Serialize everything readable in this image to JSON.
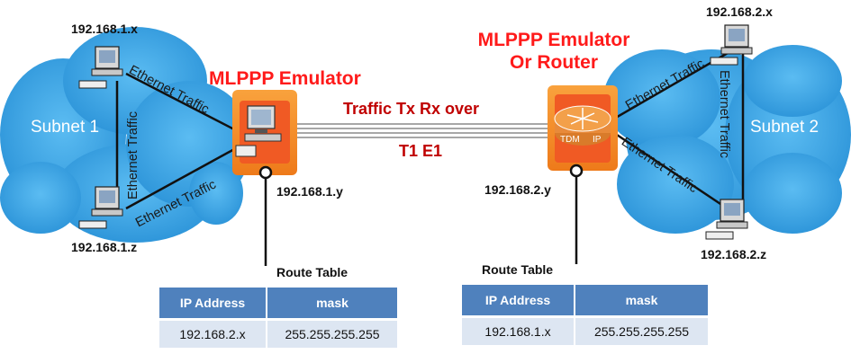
{
  "subnet1": {
    "label": "Subnet 1",
    "host_top": "192.168.1.x",
    "host_bottom": "192.168.1.z",
    "gateway_ip": "192.168.1.y"
  },
  "subnet2": {
    "label": "Subnet 2",
    "host_top": "192.168.2.x",
    "host_bottom": "192.168.2.z",
    "gateway_ip": "192.168.2.y"
  },
  "left_device": {
    "title": "MLPPP Emulator"
  },
  "right_device": {
    "title_line1": "MLPPP Emulator",
    "title_line2": "Or Router",
    "router_tdm": "TDM",
    "router_ip": "IP"
  },
  "link": {
    "label_top": "Traffic Tx Rx over",
    "label_bottom": "T1 E1"
  },
  "ethernet_label": "Ethernet Traffic",
  "ethernet_label_spaced": "Ethernet  Traffic",
  "left_route_table": {
    "title": "Route Table",
    "headers": [
      "IP Address",
      "mask"
    ],
    "rows": [
      [
        "192.168.2.x",
        "255.255.255.255"
      ]
    ]
  },
  "right_route_table": {
    "title": "Route Table",
    "headers": [
      "IP Address",
      "mask"
    ],
    "rows": [
      [
        "192.168.1.x",
        "255.255.255.255"
      ]
    ]
  },
  "colors": {
    "cloud": "#3fa9e8",
    "device_outer": "#f5871f",
    "device_inner": "#f05a24",
    "link_text": "#c00000",
    "emulator_text": "#ff1a1a",
    "table_header": "#4f81bd",
    "table_row": "#dde6f2"
  }
}
